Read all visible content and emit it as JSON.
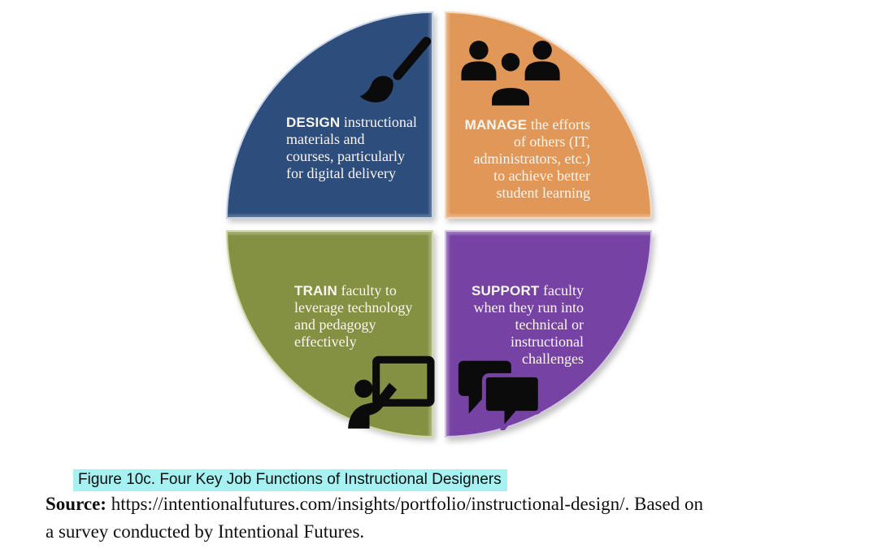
{
  "figure": {
    "title_hint": "Four key job functions wheel",
    "text_color": "#faf6ef",
    "icon_color": "#0b0b0b",
    "quadrants": [
      {
        "id": "design",
        "keyword": "DESIGN",
        "text": " instructional\nmaterials and\ncourses, particularly\nfor digital delivery",
        "icon": "paintbrush-icon",
        "color": "#2d4d7d",
        "border_color": "#c6d1e2"
      },
      {
        "id": "manage",
        "keyword": "MANAGE",
        "text": " the efforts\nof others (IT,\nadministrators, etc.)\nto achieve better\nstudent learning",
        "icon": "people-group-icon",
        "color": "#e09758",
        "border_color": "#f4dabc"
      },
      {
        "id": "train",
        "keyword": "TRAIN",
        "text": " faculty to\nleverage technology\nand pedagogy\neffectively",
        "icon": "presentation-board-icon",
        "color": "#859142",
        "border_color": "#d2d9a9"
      },
      {
        "id": "support",
        "keyword": "SUPPORT",
        "text": " faculty\nwhen they run into\ntechnical or\ninstructional\nchallenges",
        "icon": "chat-bubbles-icon",
        "color": "#7643a5",
        "border_color": "#d3c1e6"
      }
    ]
  },
  "caption": {
    "text": "Figure 10c. Four Key Job Functions of Instructional Designers",
    "highlight_color": "#a6f1f1"
  },
  "source": {
    "label": "Source:",
    "text": " https://intentionalfutures.com/insights/portfolio/instructional-design/. Based on\na survey conducted by Intentional Futures."
  }
}
